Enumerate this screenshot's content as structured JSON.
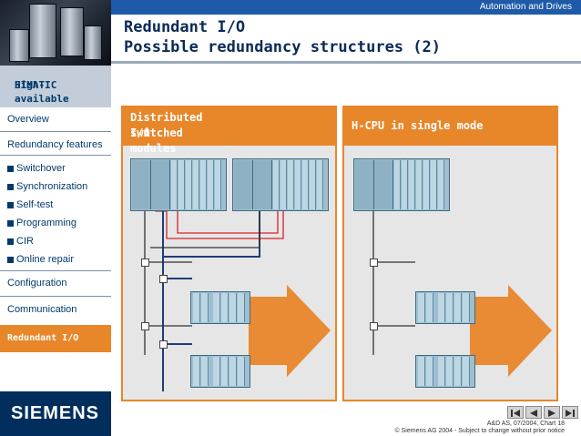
{
  "header": {
    "brand_bar": "Automation and Drives",
    "title_line1": "Redundant I/O",
    "title_line2": "Possible redundancy structures (2)"
  },
  "sidebar": {
    "title": [
      "High-available",
      "SIMATIC"
    ],
    "nav": [
      {
        "label": "Overview"
      },
      {
        "label": "Redundancy features"
      },
      {
        "label": "Switchover"
      },
      {
        "label": "Synchronization"
      },
      {
        "label": "Self-test"
      },
      {
        "label": "Programming"
      },
      {
        "label": "CIR"
      },
      {
        "label": "Online repair"
      },
      {
        "label": "Configuration"
      },
      {
        "label": "Communication"
      },
      {
        "label": "Redundant I/O"
      }
    ],
    "logo": "SIEMENS"
  },
  "panels": {
    "left_title": [
      "Distributed switched",
      "I/O modules"
    ],
    "right_title": "H-CPU in single mode"
  },
  "colors": {
    "accent_orange": "#e8862a",
    "brand_blue": "#1f5aa8",
    "sidebar_text": "#003a6b",
    "logo_bg": "#012e5c"
  },
  "footer": {
    "chart_ref": "A&D AS, 07/2004, Chart 18",
    "copyright": "© Siemens AG 2004  - Subject to change without prior notice"
  },
  "nav_icons": [
    "first-page-icon",
    "prev-page-icon",
    "next-page-icon",
    "last-page-icon"
  ]
}
